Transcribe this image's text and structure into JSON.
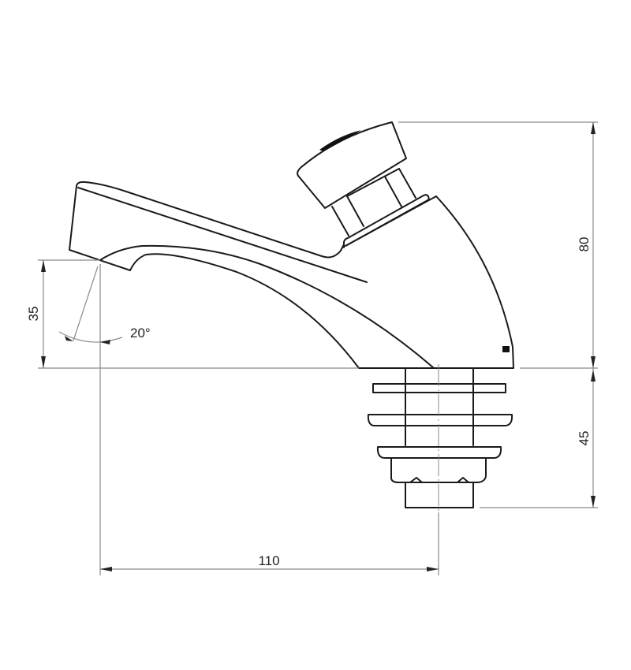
{
  "drawing": {
    "subject": "Self-closing push-button basin tap, side elevation",
    "line_color": "#1a1a1a",
    "dimension_color": "#8a8a8a",
    "dimensions": {
      "spout_height": "35",
      "spout_angle": "20°",
      "body_height": "80",
      "shank_length": "45",
      "spout_reach": "110"
    }
  }
}
